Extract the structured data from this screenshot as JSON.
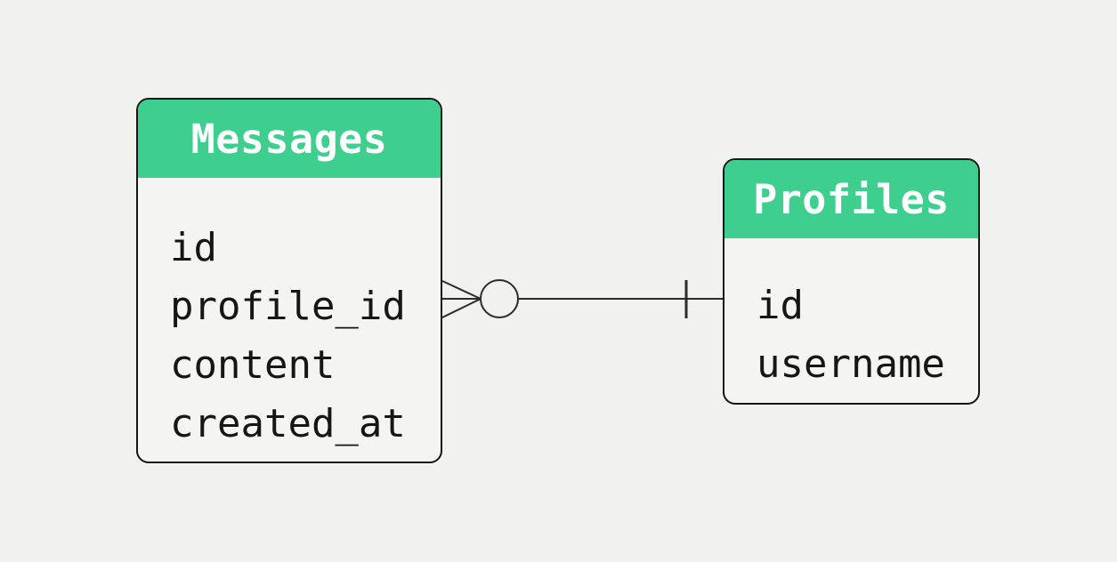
{
  "theme": {
    "page_bg": "#f1f1ef",
    "body_bg": "#f4f4f3",
    "header_bg": "#3ecf8e",
    "header_text": "#ffffff",
    "border": "#161616",
    "field_text": "#161616",
    "line": "#2b2b2b"
  },
  "entities": [
    {
      "name": "Messages",
      "fields": [
        "id",
        "profile_id",
        "content",
        "created_at"
      ]
    },
    {
      "name": "Profiles",
      "fields": [
        "id",
        "username"
      ]
    }
  ],
  "relationship": {
    "from_entity": "Messages",
    "to_entity": "Profiles",
    "from_symbol": "zero-or-many (crow's foot with circle)",
    "to_symbol": "one (single tick)"
  }
}
